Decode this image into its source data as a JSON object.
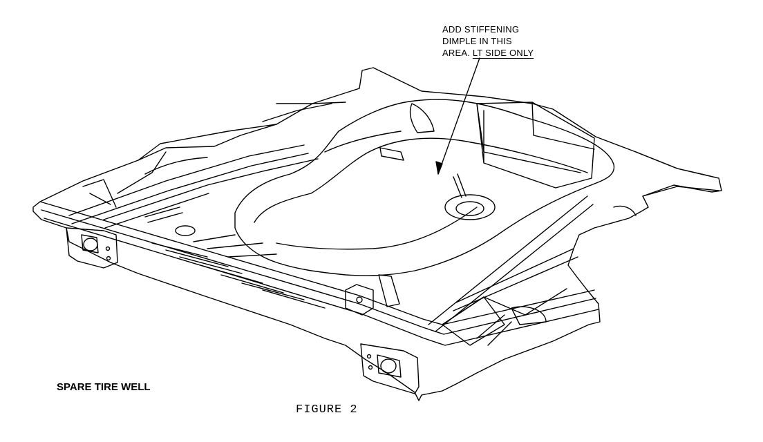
{
  "callout": {
    "line1": "ADD STIFFENING",
    "line2": "DIMPLE IN THIS",
    "line3_prefix": "AREA.",
    "line3_underlined": "LT SIDE ONLY"
  },
  "caption": {
    "label": "SPARE TIRE WELL",
    "figure": "FIGURE 2"
  },
  "colors": {
    "ink": "#000000",
    "paper": "#ffffff"
  }
}
